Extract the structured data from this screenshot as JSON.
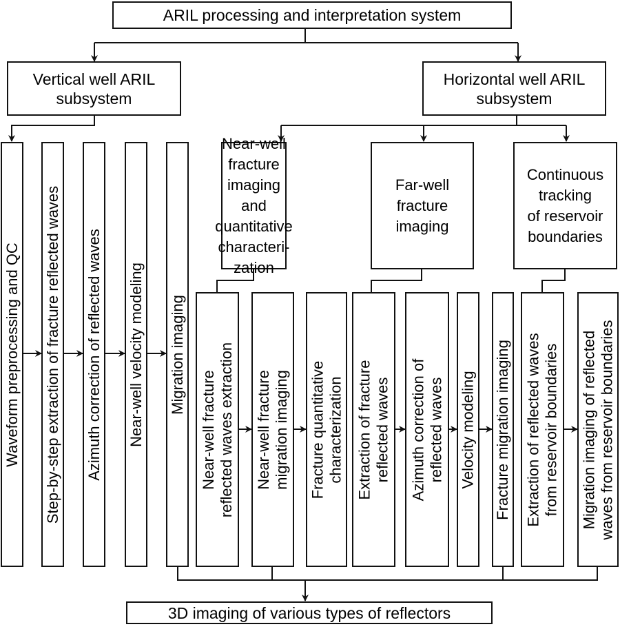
{
  "diagram": {
    "root": "ARIL processing and interpretation system",
    "subsystems": {
      "vertical": "Vertical well ARIL\nsubsystem",
      "horizontal": "Horizontal well ARIL\nsubsystem"
    },
    "vertical_steps": [
      "Waveform preprocessing and QC",
      "Step-by-step extraction of fracture reflected waves",
      "Azimuth correction of reflected waves",
      "Near-well velocity modeling",
      "Migration imaging"
    ],
    "horizontal_groups": [
      {
        "title": "Near-well\nfracture\nimaging and\nquantitative\ncharacteri-\nzation",
        "steps": [
          "Near-well fracture\nreflected waves extraction",
          "Near-well fracture\nmigration imaging",
          "Fracture quantitative\ncharacterization"
        ]
      },
      {
        "title": "Far-well\nfracture\nimaging",
        "steps": [
          "Extraction of fracture\nreflected waves",
          "Azimuth correction of\nreflected waves",
          "Velocity modeling",
          "Fracture migration imaging"
        ]
      },
      {
        "title": "Continuous\ntracking\nof reservoir\nboundaries",
        "steps": [
          "Extraction of reflected waves\nfrom reservoir boundaries",
          "Migration imaging of reflected\nwaves from reservoir boundaries"
        ]
      }
    ],
    "output": "3D imaging of various types of reflectors"
  }
}
